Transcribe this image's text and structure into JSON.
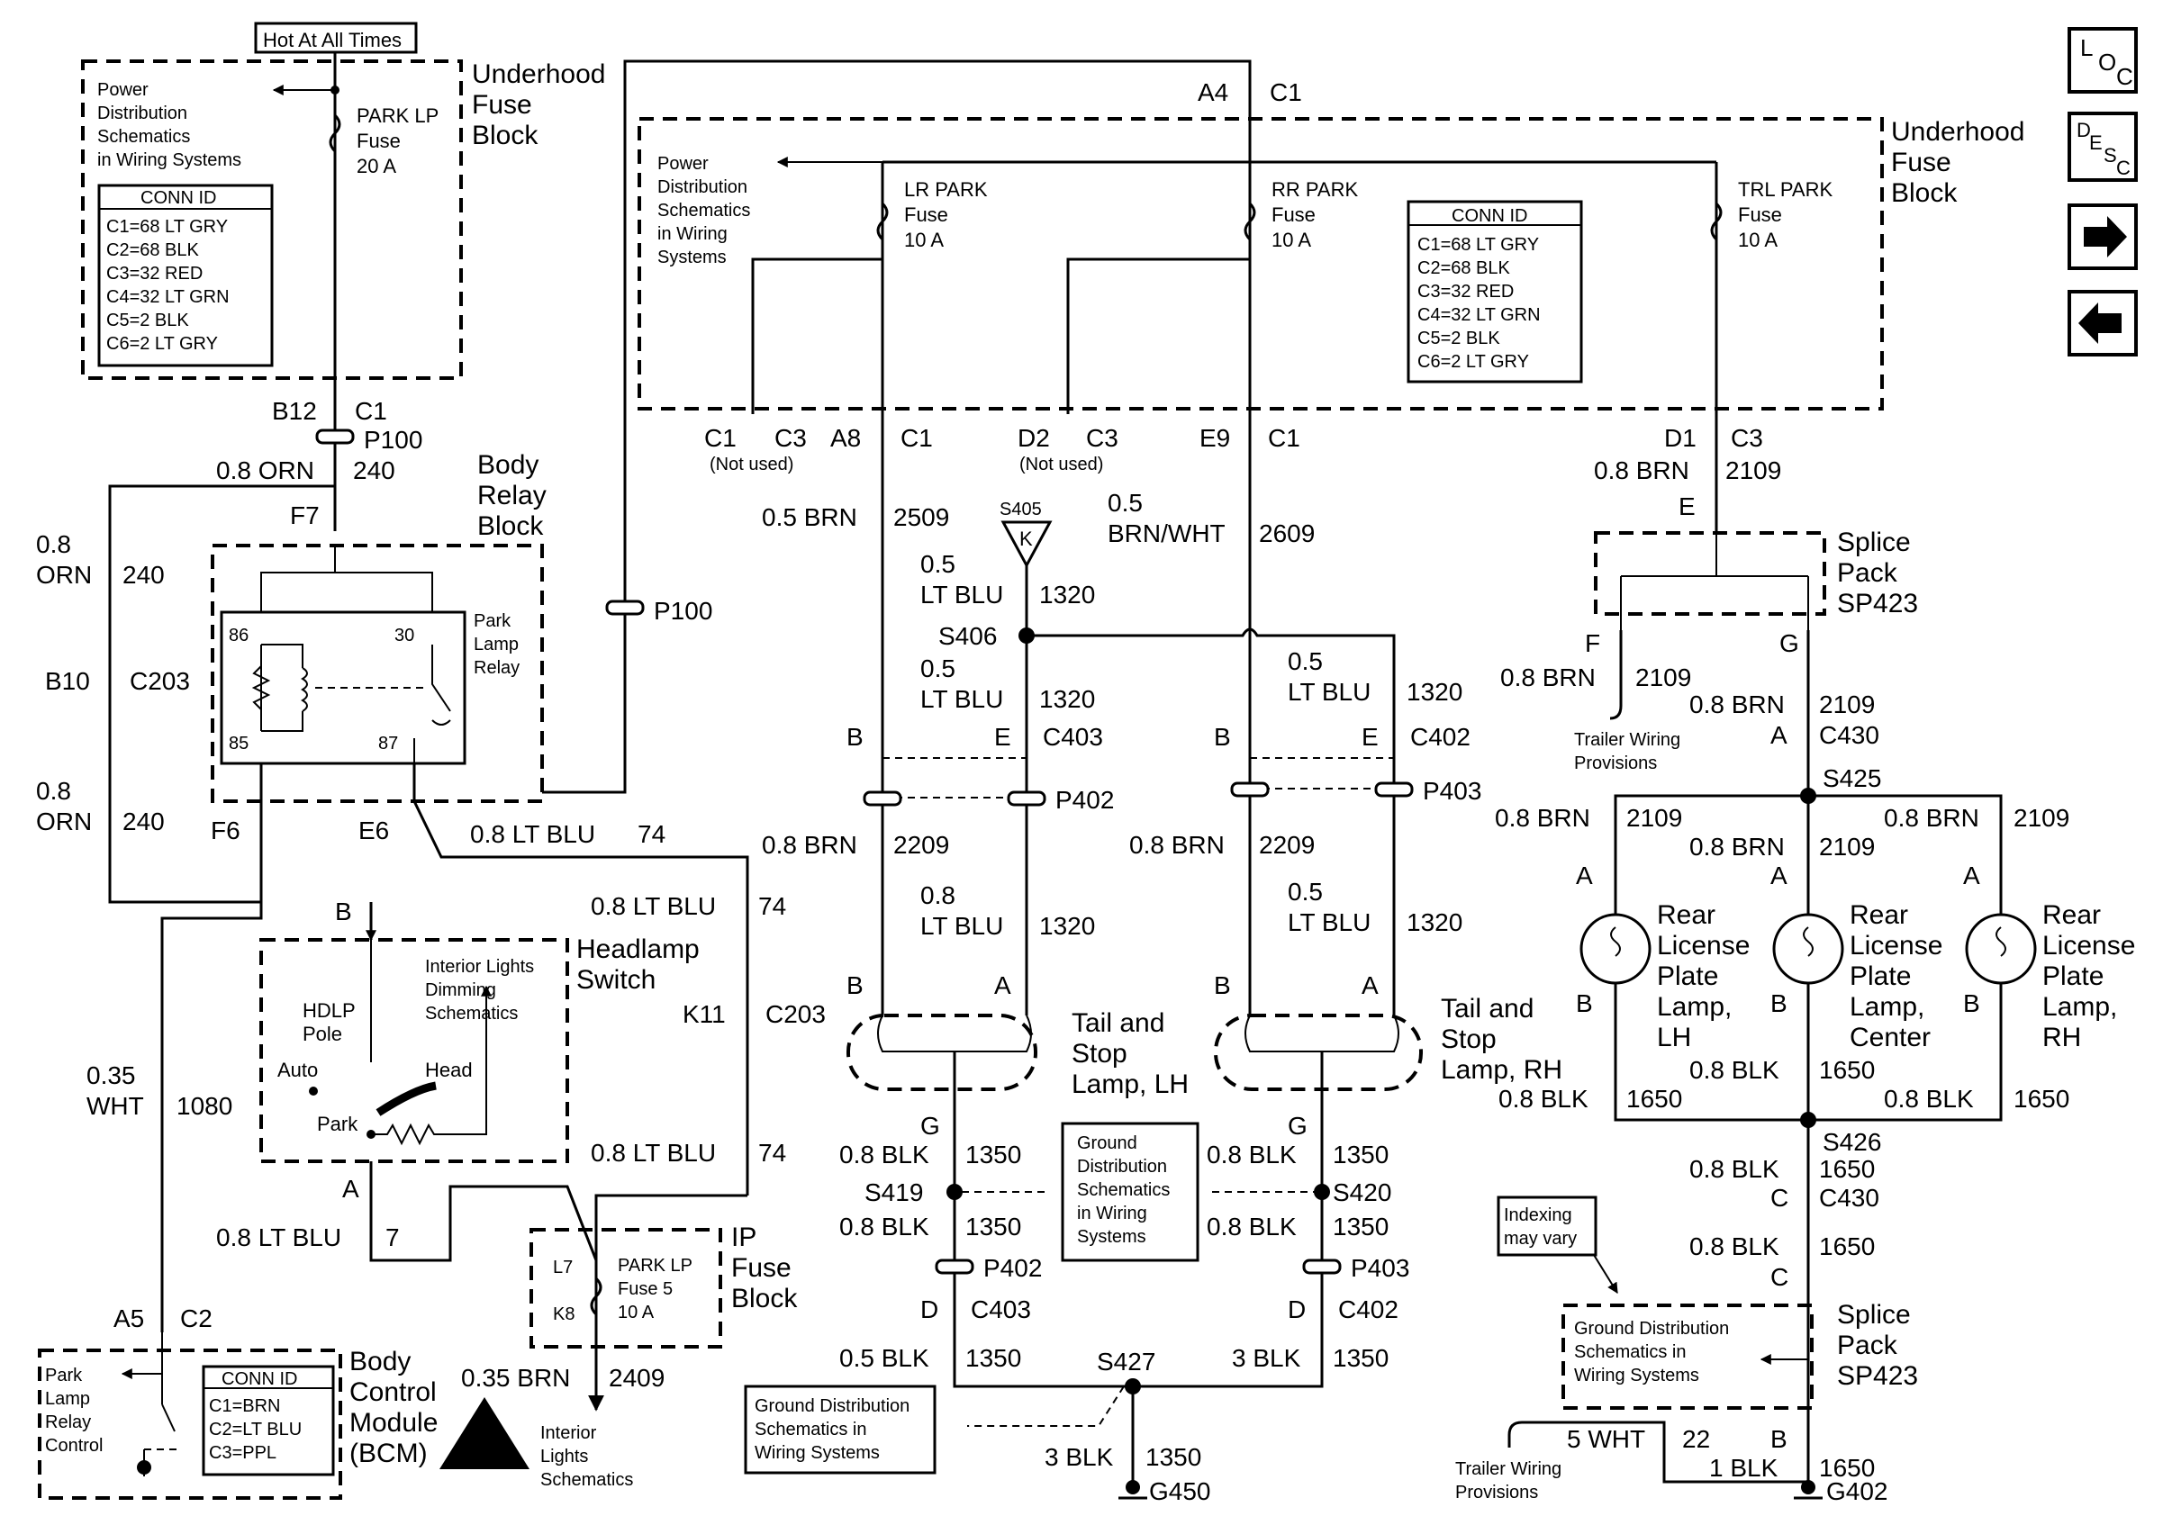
{
  "top_left": {
    "hot_label": "Hot At All Times",
    "block_title": [
      "Underhood",
      "Fuse",
      "Block"
    ],
    "power_dist": [
      "Power",
      "Distribution",
      "Schematics",
      "in Wiring Systems"
    ],
    "fuse": [
      "PARK LP",
      "Fuse",
      "20 A"
    ],
    "conn_title": "CONN ID",
    "conn_rows": [
      "C1=68 LT GRY",
      "C2=68 BLK",
      "C3=32 RED",
      "C4=32 LT GRN",
      "C5=2 BLK",
      "C6=2 LT GRY"
    ],
    "b12": "B12",
    "c1": "C1",
    "p100": "P100",
    "orn": "0.8 ORN",
    "n240": "240"
  },
  "relay_block": {
    "title": [
      "Body",
      "Relay",
      "Block"
    ],
    "relay": [
      "Park",
      "Lamp",
      "Relay"
    ],
    "f7": "F7",
    "pin86": "86",
    "pin85": "85",
    "pin30": "30",
    "pin87": "87",
    "f6": "F6",
    "e6": "E6"
  },
  "left_wires": {
    "w1_a": "0.8",
    "w1_b": "ORN",
    "w1_n": "240",
    "b10": "B10",
    "c203": "C203",
    "w2_a": "0.8",
    "w2_b": "ORN",
    "w2_n": "240",
    "ltblu": "0.8 LT BLU",
    "n74": "74",
    "p100": "P100"
  },
  "headlamp": {
    "title": [
      "Headlamp",
      "Switch"
    ],
    "b": "B",
    "a": "A",
    "interior": [
      "Interior Lights",
      "Dimming",
      "Schematics"
    ],
    "hdlp": [
      "HDLP",
      "Pole"
    ],
    "auto": "Auto",
    "head": "Head",
    "park": "Park",
    "wht_a": "0.35",
    "wht_b": "WHT",
    "wht_n": "1080",
    "ltblu7": "0.8 LT BLU",
    "n7": "7"
  },
  "mid_left": {
    "ltblu_a": "0.8 LT BLU",
    "n74a": "74",
    "k11": "K11",
    "c203": "C203",
    "ltblu_b": "0.8 LT BLU",
    "n74b": "74"
  },
  "ip_fuse": {
    "title": [
      "IP",
      "Fuse",
      "Block"
    ],
    "l7": "L7",
    "k8": "K8",
    "fuse": [
      "PARK LP",
      "Fuse 5",
      "10 A"
    ],
    "brn": "0.35 BRN",
    "n2409": "2409",
    "interior": [
      "Interior",
      "Lights",
      "Schematics"
    ]
  },
  "bcm": {
    "a5": "A5",
    "c2": "C2",
    "relay": [
      "Park",
      "Lamp",
      "Relay",
      "Control"
    ],
    "conn_title": "CONN ID",
    "conn_rows": [
      "C1=BRN",
      "C2=LT BLU",
      "C3=PPL"
    ],
    "title": [
      "Body",
      "Control",
      "Module",
      "(BCM)"
    ]
  },
  "top_right_block": {
    "a4": "A4",
    "c1": "C1",
    "title": [
      "Underhood",
      "Fuse",
      "Block"
    ],
    "power_dist": [
      "Power",
      "Distribution",
      "Schematics",
      "in Wiring",
      "Systems"
    ],
    "lr": [
      "LR PARK",
      "Fuse",
      "10 A"
    ],
    "rr": [
      "RR PARK",
      "Fuse",
      "10 A"
    ],
    "trl": [
      "TRL PARK",
      "Fuse",
      "10 A"
    ],
    "conn_title": "CONN ID",
    "conn_rows": [
      "C1=68 LT GRY",
      "C2=68 BLK",
      "C3=32 RED",
      "C4=32 LT GRN",
      "C5=2 BLK",
      "C6=2 LT GRY"
    ],
    "pins": {
      "c1": "C1",
      "c3a": "C3",
      "not_used": "(Not used)",
      "a8": "A8",
      "c1b": "C1",
      "d2": "D2",
      "c3b": "C3",
      "not_used2": "(Not used)",
      "e9": "E9",
      "c1c": "C1",
      "d1": "D1",
      "c3c": "C3"
    }
  },
  "lh_lamp": {
    "w_brn": "0.5 BRN",
    "n2509": "2509",
    "s405": "S405",
    "k": "K",
    "blu1_a": "0.5",
    "blu1_b": "LT BLU",
    "n1320a": "1320",
    "s406": "S406",
    "blu2_a": "0.5",
    "blu2_b": "LT BLU",
    "n1320b": "1320",
    "b": "B",
    "e": "E",
    "c403": "C403",
    "p402": "P402",
    "brn2209": "0.8 BRN",
    "n2209": "2209",
    "blu3_a": "0.8",
    "blu3_b": "LT BLU",
    "n1320c": "1320",
    "pb": "B",
    "pa": "A",
    "title": [
      "Tail and",
      "Stop",
      "Lamp, LH"
    ],
    "g": "G",
    "blk1": "0.8 BLK",
    "n1350a": "1350",
    "s419": "S419",
    "blk2": "0.8 BLK",
    "n1350b": "1350",
    "p402b": "P402",
    "d": "D",
    "c403b": "C403",
    "blk3": "0.5 BLK",
    "n1350c": "1350"
  },
  "rh_lamp": {
    "w_brnwht_a": "0.5",
    "w_brnwht_b": "BRN/WHT",
    "n2609": "2609",
    "blu1_a": "0.5",
    "blu1_b": "LT BLU",
    "n1320a": "1320",
    "b": "B",
    "e": "E",
    "c402": "C402",
    "p403": "P403",
    "brn2209": "0.8 BRN",
    "n2209": "2209",
    "blu2_a": "0.5",
    "blu2_b": "LT BLU",
    "n1320b": "1320",
    "pb": "B",
    "pa": "A",
    "title": [
      "Tail and",
      "Stop",
      "Lamp, RH"
    ],
    "g": "G",
    "blk1": "0.8 BLK",
    "n1350a": "1350",
    "s420": "S420",
    "blk2": "0.8 BLK",
    "n1350b": "1350",
    "p403b": "P403",
    "d": "D",
    "c402b": "C402",
    "blk3": "3 BLK",
    "n1350c": "1350"
  },
  "ground_mid": {
    "gd1": [
      "Ground",
      "Distribution",
      "Schematics",
      "in Wiring",
      "Systems"
    ],
    "gd2": [
      "Ground Distribution",
      "Schematics in",
      "Wiring Systems"
    ],
    "s427": "S427",
    "blk": "3 BLK",
    "n1350": "1350",
    "g450": "G450"
  },
  "right_side": {
    "brn_e": "0.8 BRN",
    "n2109": "2109",
    "e": "E",
    "splice": [
      "Splice",
      "Pack",
      "SP423"
    ],
    "f": "F",
    "g": "G",
    "brn_f": "0.8 BRN",
    "n2109f": "2109",
    "trailer": [
      "Trailer Wiring",
      "Provisions"
    ],
    "brn_g": "0.8 BRN",
    "n2109g": "2109",
    "a": "A",
    "c430": "C430",
    "s425": "S425",
    "brn_l": "0.8 BRN",
    "n2109l": "2109",
    "brn_c": "0.8 BRN",
    "n2109c": "2109",
    "brn_r": "0.8 BRN",
    "n2109r": "2109",
    "la": "A",
    "ca": "A",
    "ra": "A",
    "lb": "B",
    "cb": "B",
    "rb": "B",
    "lamp_lh": [
      "Rear",
      "License",
      "Plate",
      "Lamp,",
      "LH"
    ],
    "lamp_c": [
      "Rear",
      "License",
      "Plate",
      "Lamp,",
      "Center"
    ],
    "lamp_rh": [
      "Rear",
      "License",
      "Plate",
      "Lamp,",
      "RH"
    ],
    "blk_c": "0.8 BLK",
    "n1650c": "1650",
    "blk_l": "0.8 BLK",
    "n1650l": "1650",
    "blk_r": "0.8 BLK",
    "n1650r": "1650",
    "s426": "S426",
    "blk_s": "0.8 BLK",
    "n1650s": "1650",
    "c": "C",
    "indexing": [
      "Indexing",
      "may vary"
    ],
    "blk_t": "0.8 BLK",
    "n1650t": "1650",
    "c2": "C",
    "splice2": [
      "Splice",
      "Pack",
      "SP423"
    ],
    "gd": [
      "Ground Distribution",
      "Schematics in",
      "Wiring Systems"
    ],
    "trailer2": [
      "Trailer Wiring",
      "Provisions"
    ],
    "wht": "5 WHT",
    "n22": "22",
    "b": "B",
    "blk1": "1 BLK",
    "n1650": "1650",
    "g402": "G402"
  },
  "nav": {
    "loc": [
      "L",
      "O",
      "C"
    ],
    "desc": [
      "D",
      "E",
      "S",
      "C"
    ]
  }
}
